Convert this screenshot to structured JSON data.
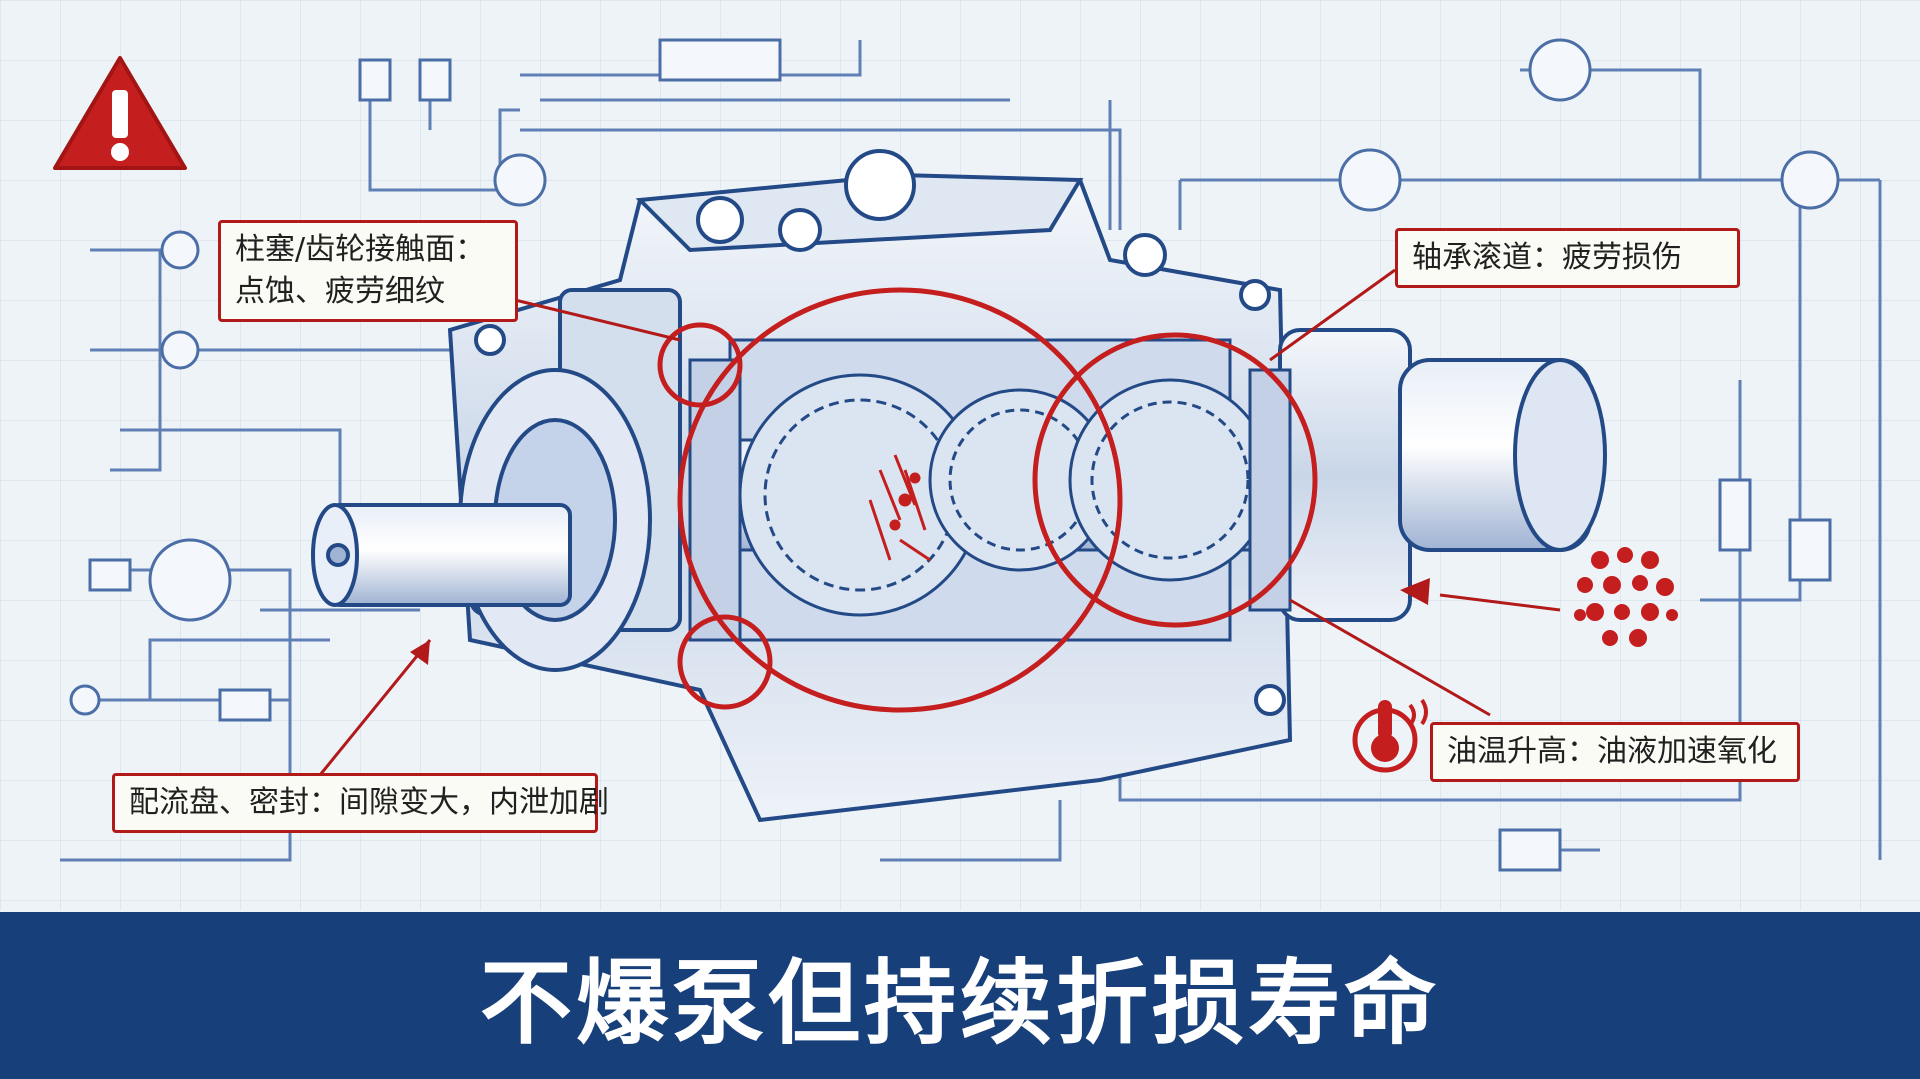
{
  "colors": {
    "accent": "#c41e1e",
    "blueprint": "#2a4f8e",
    "banner": "#173f7a",
    "paper": "#eef3f8"
  },
  "icons": {
    "warning": "warning-triangle-icon",
    "temperature": "thermometer-icon",
    "particles": "particle-cluster-icon"
  },
  "callouts": {
    "piston_gear": {
      "line1": "柱塞/齿轮接触面：",
      "line2": "点蚀、疲劳细纹"
    },
    "bearing": {
      "line1": "轴承滚道：疲劳损伤"
    },
    "valve_seal": {
      "line1": "配流盘、密封：间隙变大，内泄加剧"
    },
    "oil_temp": {
      "line1": "油温升高：油液加速氧化"
    }
  },
  "banner": {
    "title": "不爆泵但持续折损寿命"
  }
}
